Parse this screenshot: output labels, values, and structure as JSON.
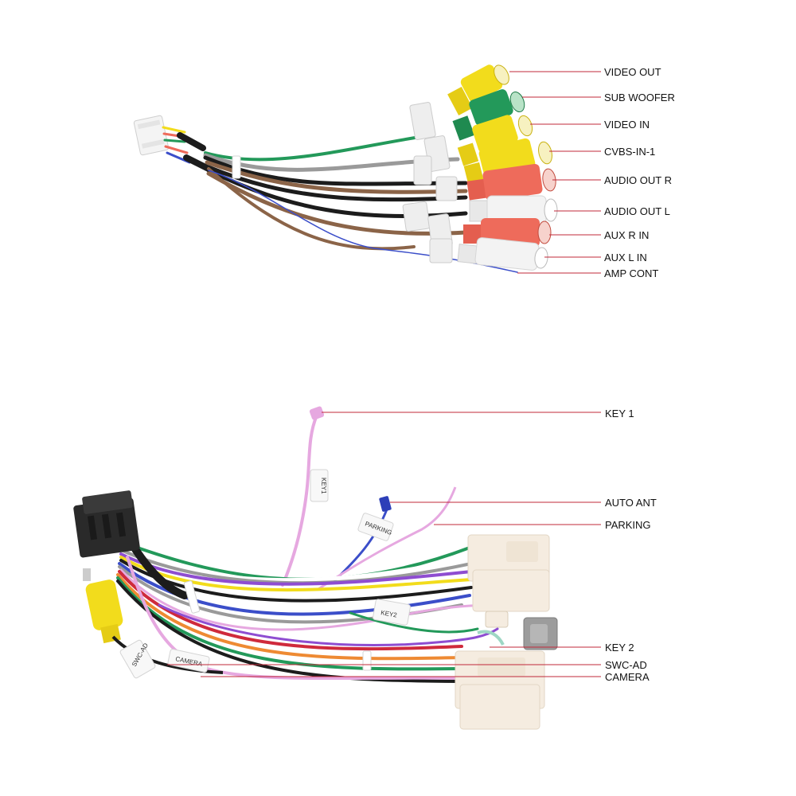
{
  "colors": {
    "leader": "#c0283a",
    "yellow": "#f2dc1c",
    "green": "#23995a",
    "red": "#ee6b5b",
    "white": "#f3f3f3",
    "pink": "#e6a8e0",
    "blue": "#3b4ec9",
    "brown": "#8b6448",
    "gray": "#9a9a9a",
    "black": "#1c1c1c",
    "housing": "#f5ece0"
  },
  "top_harness": {
    "labels": [
      "VIDEO OUT",
      "SUB WOOFER",
      "VIDEO IN",
      "CVBS-IN-1",
      "AUDIO OUT R",
      "AUDIO OUT L",
      "AUX R IN",
      "AUX L IN",
      "AMP CONT"
    ]
  },
  "bottom_harness": {
    "labels": [
      "KEY 1",
      "AUTO ANT",
      "PARKING",
      "KEY 2",
      "SWC-AD",
      "CAMERA"
    ],
    "wire_tags": {
      "key1": "KEY1",
      "parking": "PARKING",
      "key2": "KEY2",
      "swc": "SWC-AD",
      "camera": "CAMERA"
    }
  }
}
